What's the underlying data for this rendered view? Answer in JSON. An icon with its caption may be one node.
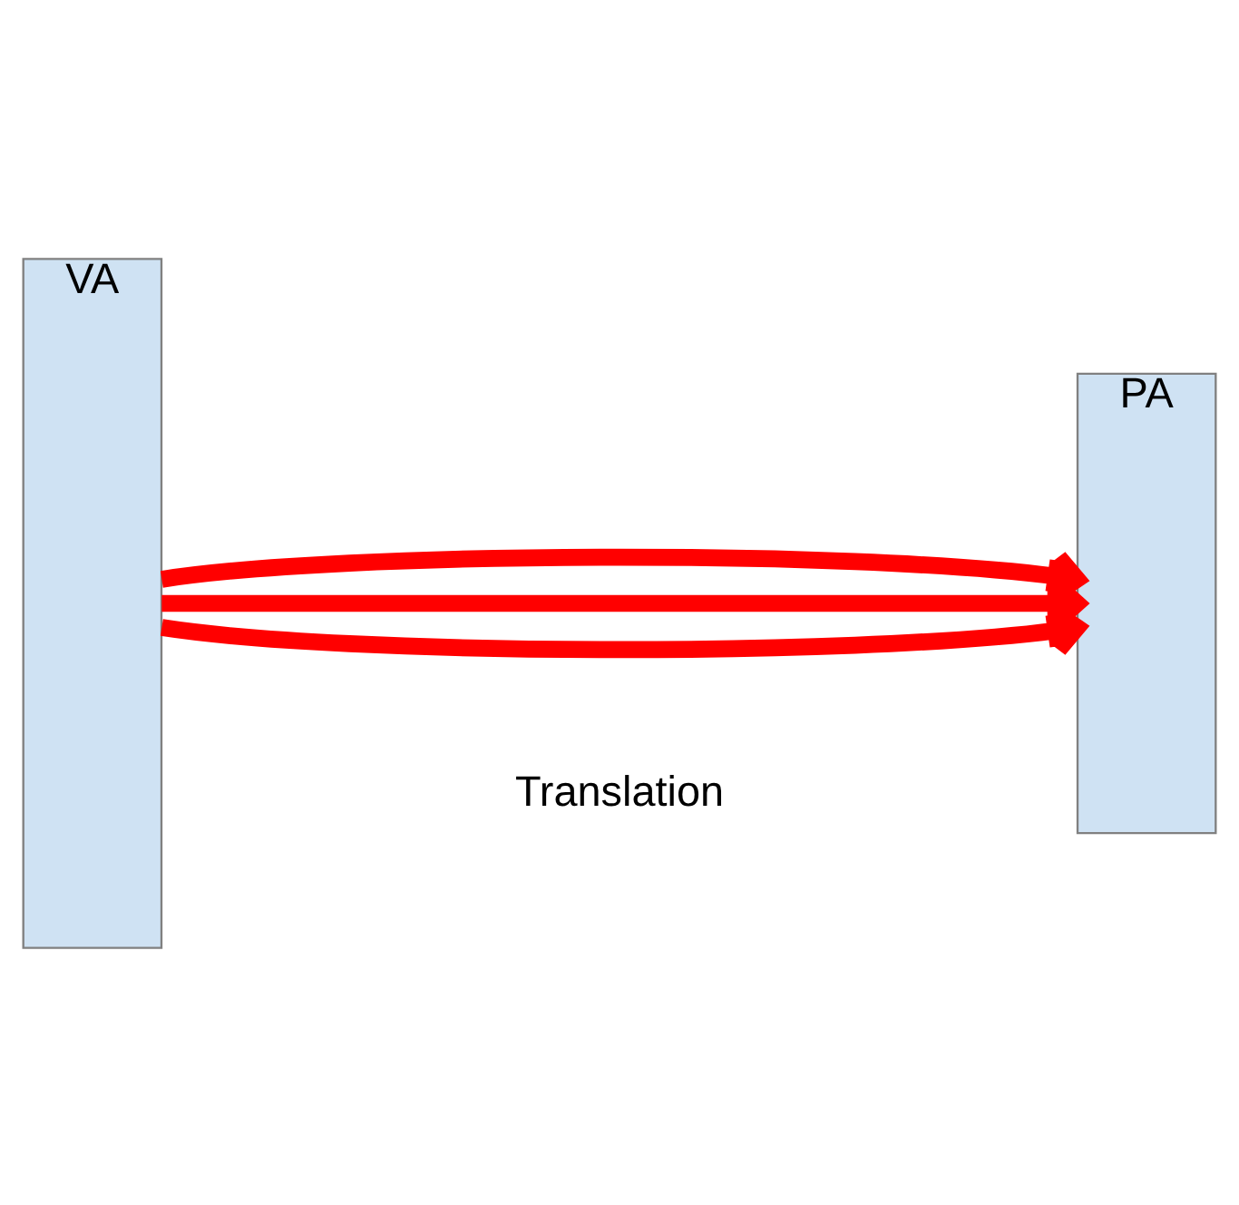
{
  "diagram": {
    "nodes": [
      {
        "text": [
          "VA"
        ]
      },
      {
        "text": [
          "PA"
        ]
      }
    ],
    "edges": [
      {
        "from": 0,
        "to": 1,
        "arrow": "to"
      },
      {
        "from": 0,
        "to": 1,
        "arrow": "to"
      },
      {
        "from": 0,
        "to": 1,
        "arrow": "to"
      }
    ],
    "labels": [
      "Translation"
    ]
  }
}
